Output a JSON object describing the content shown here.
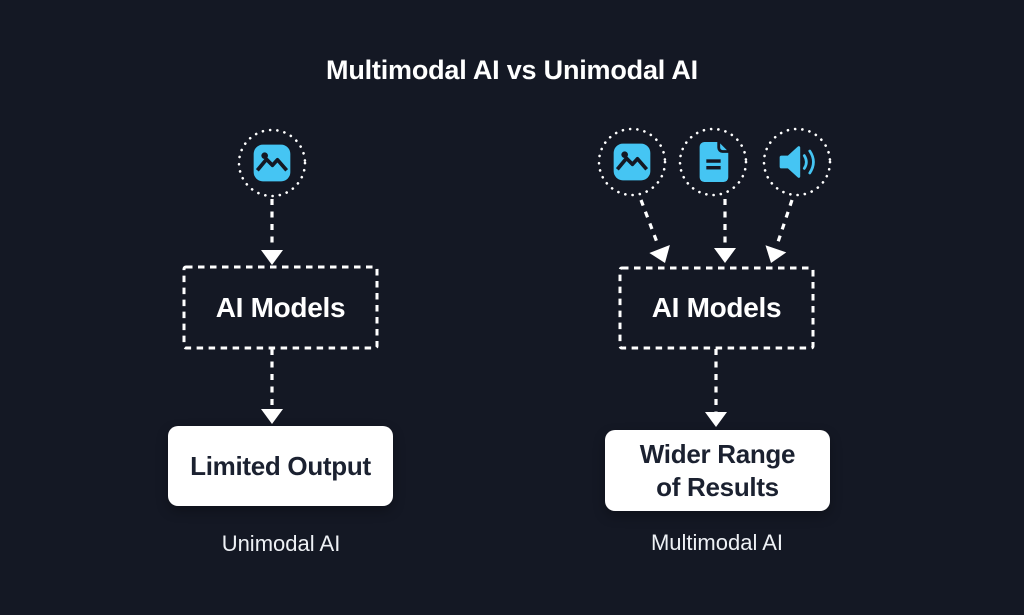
{
  "title": "Multimodal AI vs Unimodal AI",
  "colors": {
    "background": "#141824",
    "accent": "#45c5f3",
    "connector_stroke": "#ffffff",
    "card_bg": "#ffffff",
    "card_text": "#1b2130",
    "caption_text": "#eef1f5"
  },
  "unimodal": {
    "inputs": [
      {
        "icon": "image-icon"
      }
    ],
    "model_box": "AI Models",
    "output_box": "Limited Output",
    "caption": "Unimodal AI"
  },
  "multimodal": {
    "inputs": [
      {
        "icon": "image-icon"
      },
      {
        "icon": "document-icon"
      },
      {
        "icon": "audio-icon"
      }
    ],
    "model_box": "AI Models",
    "output_lines": [
      "Wider Range",
      "of Results"
    ],
    "caption": "Multimodal AI"
  }
}
